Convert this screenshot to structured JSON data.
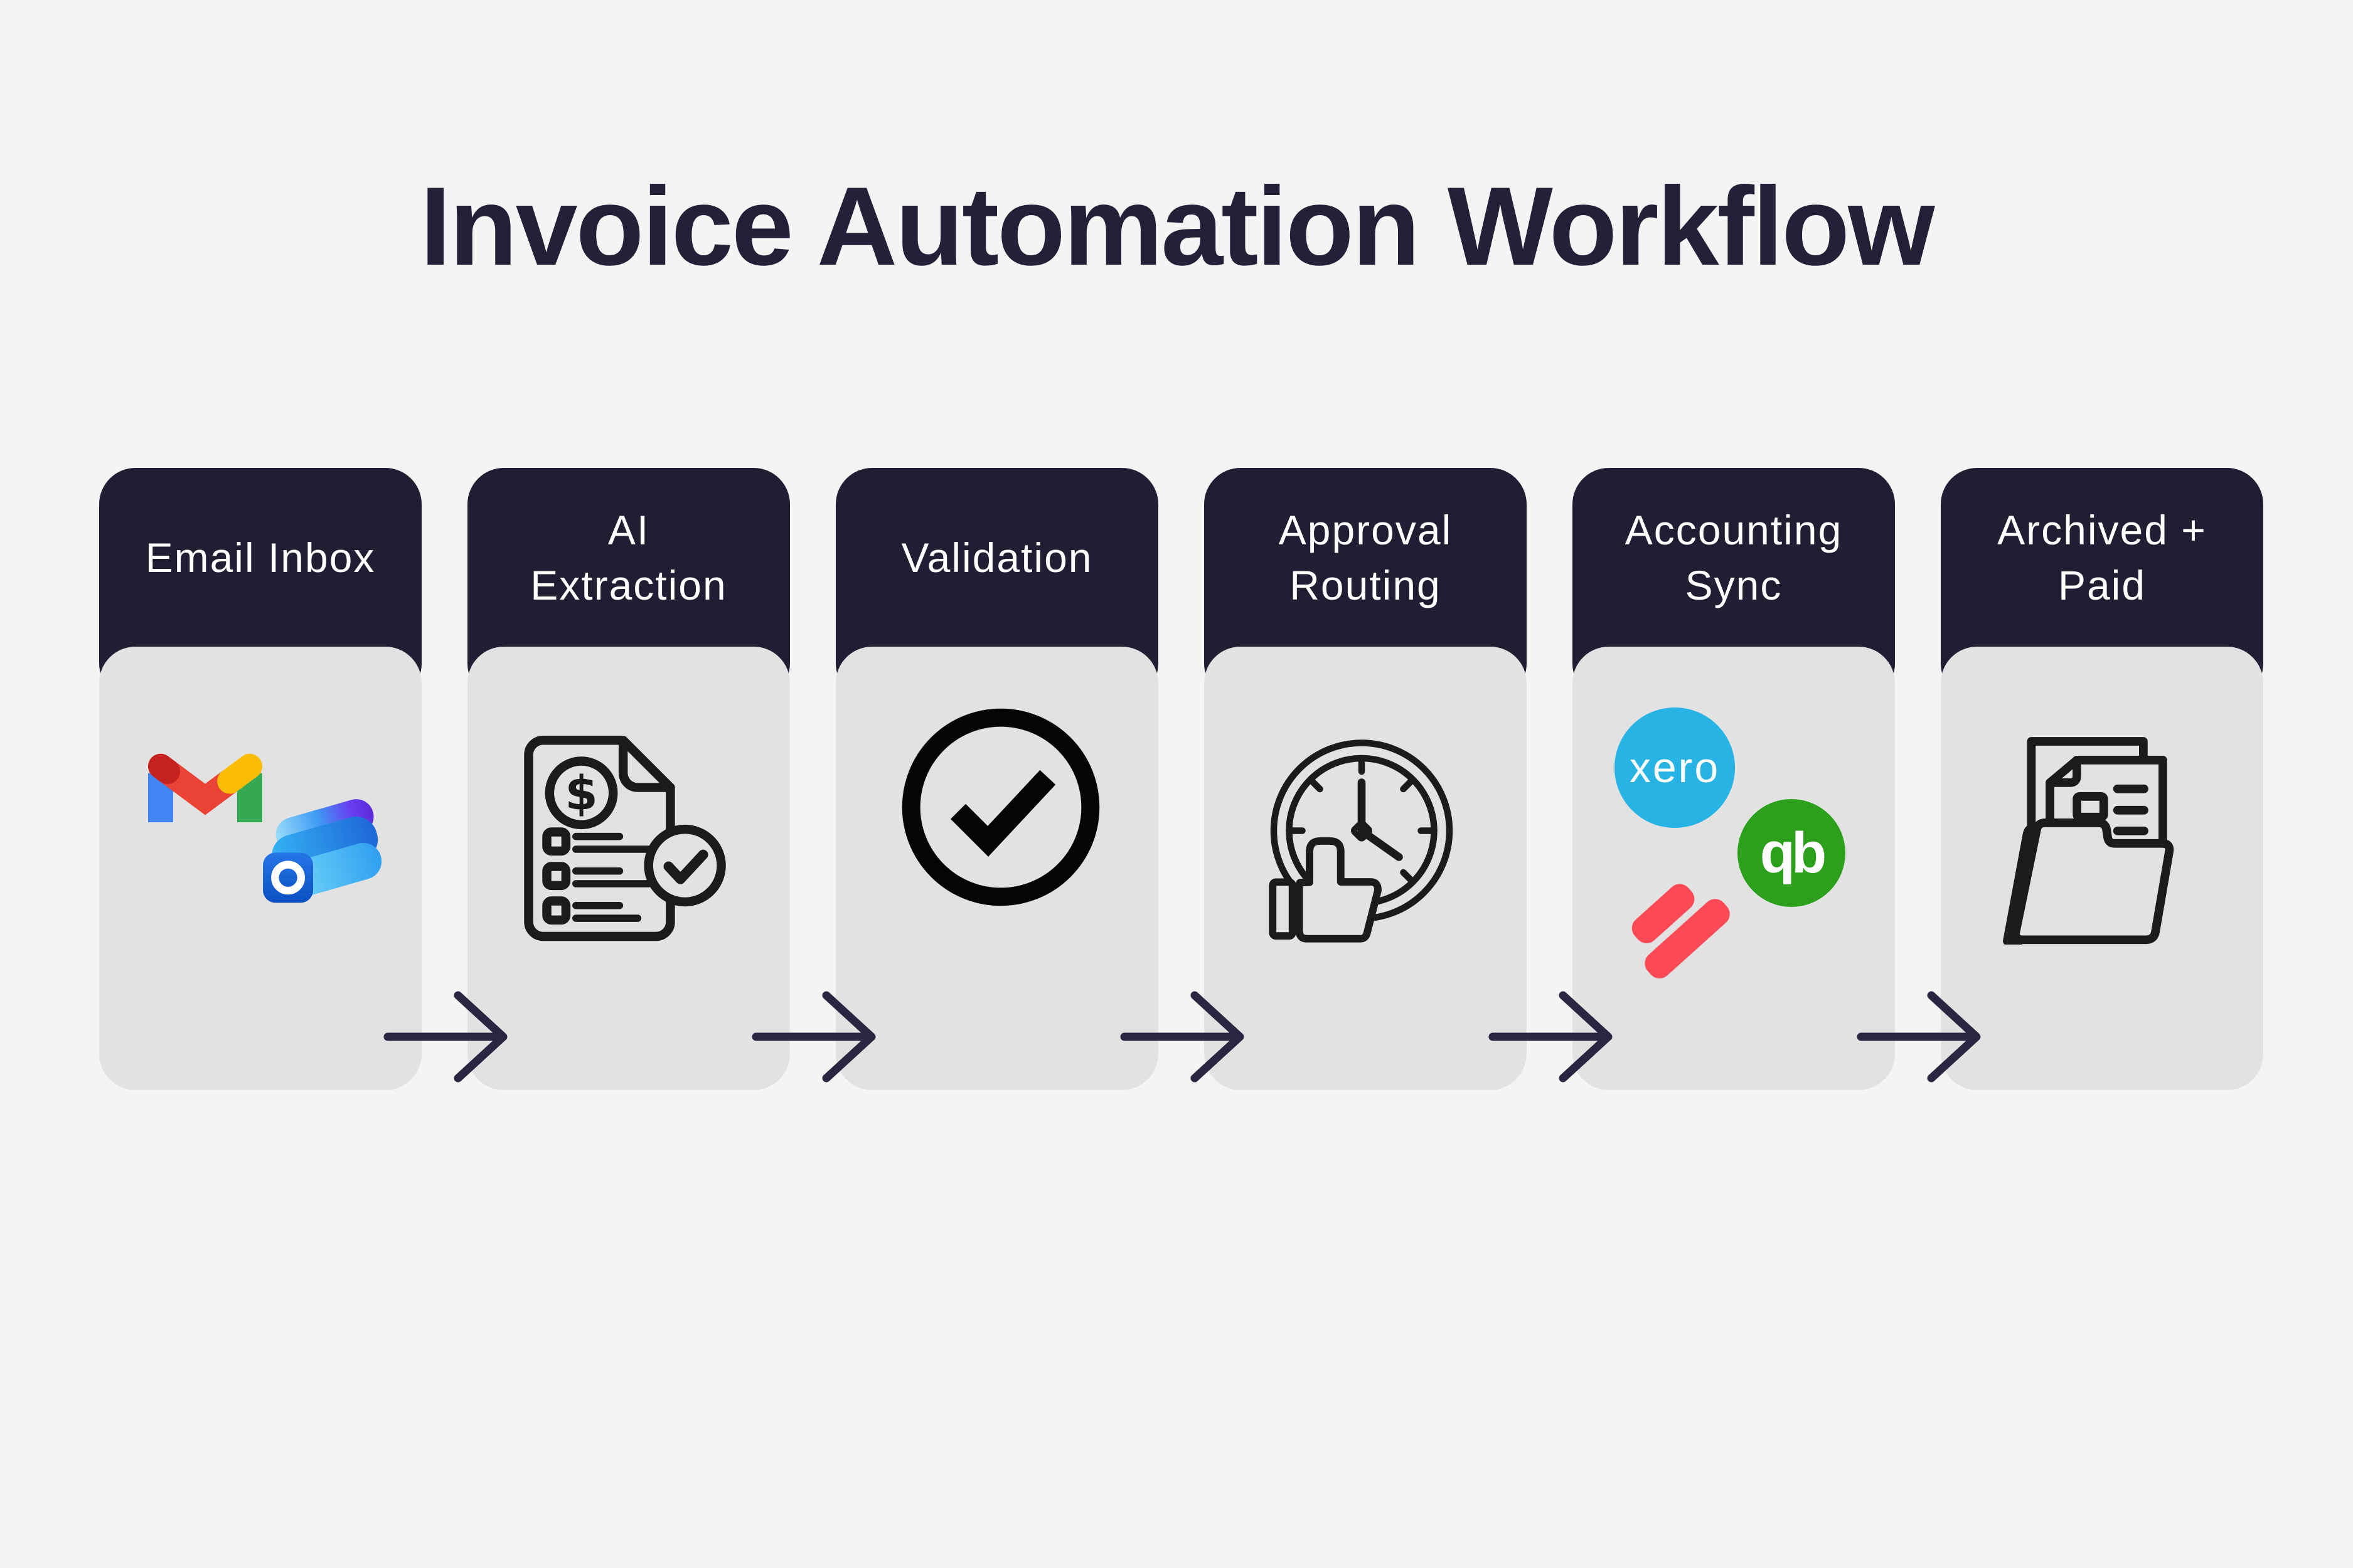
{
  "title": "Invoice Automation Workflow",
  "colors": {
    "background": "#f4f4f5",
    "panel_navy": "#211d32",
    "title_navy": "#242038",
    "card_gray": "#e2e2e3",
    "arrow_navy": "#2a2540",
    "gmail_red": "#ea4335",
    "gmail_dark_red": "#c5221f",
    "gmail_blue": "#4285f4",
    "gmail_yellow": "#fbbc05",
    "gmail_green": "#34a853",
    "outlook_blue": "#2b9ff2",
    "xero_cyan": "#27b4e4",
    "quickbooks_green": "#2ca01c",
    "stripes_red": "#fb4a55",
    "icon_stroke": "#1b1b1b"
  },
  "steps": [
    {
      "name": "email-inbox",
      "label_lines": [
        "Email Inbox"
      ],
      "icons": [
        "gmail-logo",
        "outlook-logo"
      ]
    },
    {
      "name": "ai-extraction",
      "label_lines": [
        "AI",
        "Extraction"
      ],
      "icons": [
        "invoice-document-icon"
      ],
      "currency_symbol": "$"
    },
    {
      "name": "validation",
      "label_lines": [
        "Validation"
      ],
      "icons": [
        "check-circle-icon"
      ]
    },
    {
      "name": "approval-routing",
      "label_lines": [
        "Approval",
        "Routing"
      ],
      "icons": [
        "clock-thumbs-up-icon"
      ]
    },
    {
      "name": "accounting-sync",
      "label_lines": [
        "Accounting",
        "Sync"
      ],
      "icons": [
        "xero-logo",
        "quickbooks-logo",
        "red-stripes-logo"
      ],
      "xero_label": "xero",
      "quickbooks_label": "qb"
    },
    {
      "name": "archived-paid",
      "label_lines": [
        "Archived +",
        "Paid"
      ],
      "icons": [
        "open-folder-documents-icon"
      ]
    }
  ],
  "flow": {
    "direction": "left-to-right",
    "arrow_count": 5
  }
}
